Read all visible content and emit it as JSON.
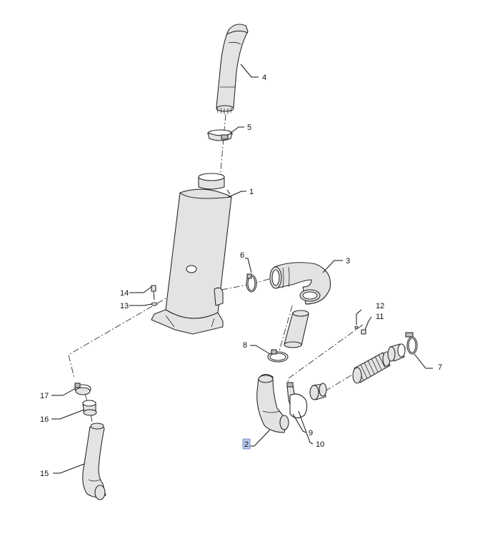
{
  "callouts": {
    "c1": "1",
    "c2": "2",
    "c3": "3",
    "c4": "4",
    "c5": "5",
    "c6": "6",
    "c7": "7",
    "c8": "8",
    "c9": "9",
    "c10": "10",
    "c11": "11",
    "c12": "12",
    "c13": "13",
    "c14": "14",
    "c15": "15",
    "c16": "16",
    "c17": "17"
  },
  "highlighted_callout": "2",
  "colors": {
    "part_fill": "#e3e3e3",
    "line": "#2a2a2a",
    "highlight": "#b9c9ec"
  }
}
